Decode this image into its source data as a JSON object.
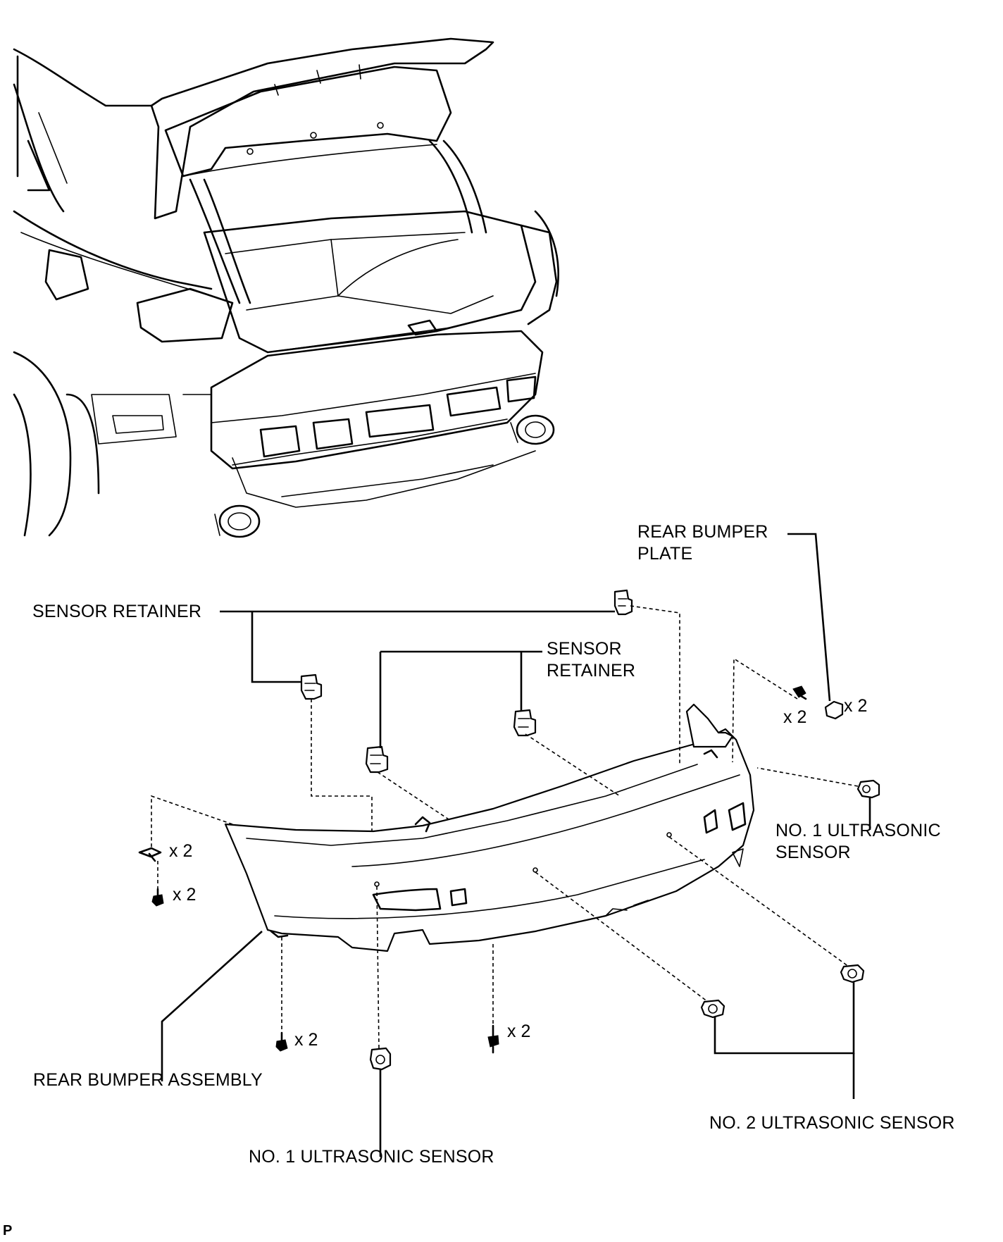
{
  "labels": {
    "rear_bumper_plate_line1": "REAR BUMPER",
    "rear_bumper_plate_line2": "PLATE",
    "sensor_retainer_left": "SENSOR RETAINER",
    "sensor_retainer_center_line1": "SENSOR",
    "sensor_retainer_center_line2": "RETAINER",
    "no1_sensor_right_line1": "NO. 1 ULTRASONIC",
    "no1_sensor_right_line2": "SENSOR",
    "rear_bumper_assembly": "REAR BUMPER ASSEMBLY",
    "no1_sensor_bottom": "NO. 1 ULTRASONIC SENSOR",
    "no2_sensor": "NO. 2 ULTRASONIC SENSOR"
  },
  "quantities": {
    "plate_qty": "x 2",
    "top_screw_qty": "x 2",
    "left_clip_qty": "x 2",
    "left_screw_qty": "x 2",
    "bottom_left_screw_qty": "x 2",
    "bottom_center_clip_qty": "x 2"
  },
  "corner_mark": "P"
}
